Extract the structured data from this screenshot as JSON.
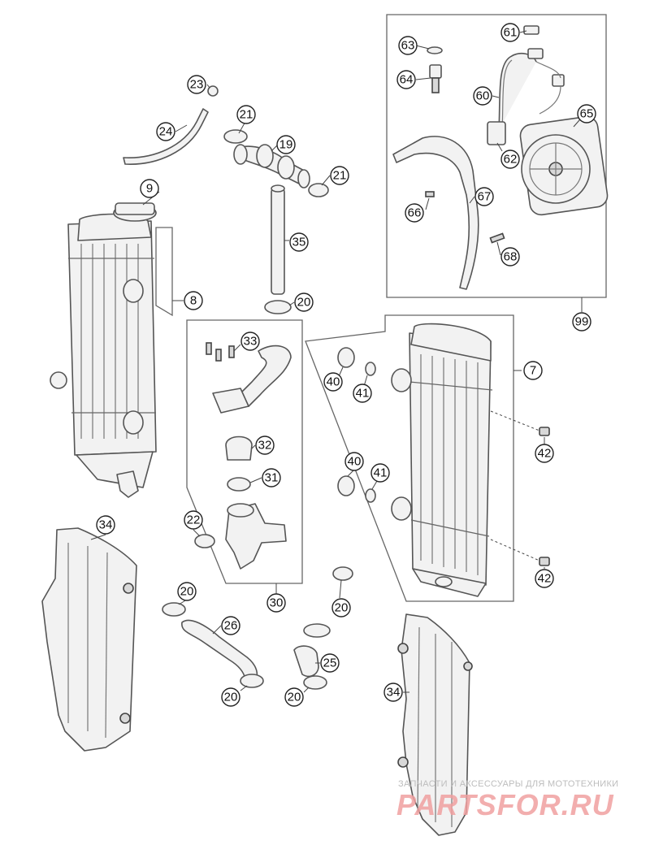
{
  "callouts": [
    {
      "label": "63"
    },
    {
      "label": "61"
    },
    {
      "label": "64"
    },
    {
      "label": "60"
    },
    {
      "label": "65"
    },
    {
      "label": "62"
    },
    {
      "label": "23"
    },
    {
      "label": "21"
    },
    {
      "label": "19"
    },
    {
      "label": "24"
    },
    {
      "label": "21"
    },
    {
      "label": "67"
    },
    {
      "label": "66"
    },
    {
      "label": "9"
    },
    {
      "label": "35"
    },
    {
      "label": "68"
    },
    {
      "label": "8"
    },
    {
      "label": "20"
    },
    {
      "label": "99"
    },
    {
      "label": "33"
    },
    {
      "label": "7"
    },
    {
      "label": "40"
    },
    {
      "label": "41"
    },
    {
      "label": "42"
    },
    {
      "label": "32"
    },
    {
      "label": "31"
    },
    {
      "label": "40"
    },
    {
      "label": "41"
    },
    {
      "label": "34"
    },
    {
      "label": "22"
    },
    {
      "label": "42"
    },
    {
      "label": "20"
    },
    {
      "label": "30"
    },
    {
      "label": "26"
    },
    {
      "label": "20"
    },
    {
      "label": "25"
    },
    {
      "label": "20"
    },
    {
      "label": "20"
    },
    {
      "label": "34"
    }
  ],
  "watermark": {
    "caption": "ЗАПЧАСТИ И АКСЕССУАРЫ ДЛЯ МОТОТЕХНИКИ",
    "brand": "PARTSFOR.RU"
  }
}
